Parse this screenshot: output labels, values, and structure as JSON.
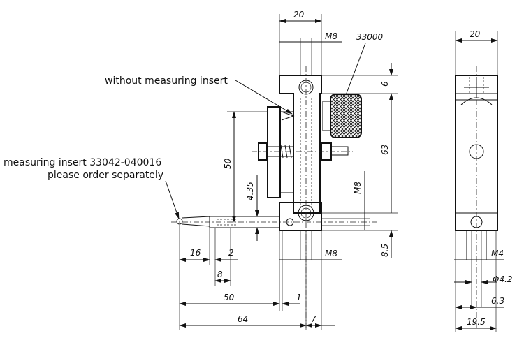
{
  "notes": {
    "without_insert": "without measuring insert",
    "insert_line1": "measuring insert 33042-040016",
    "insert_line2": "please order separately"
  },
  "dimensions": {
    "top_width": "20",
    "top_thread": "M8",
    "part_number": "33000",
    "top_offset": "6",
    "height": "63",
    "height_50": "50",
    "height_435": "4.35",
    "side_thread": "M8",
    "bottom_offset": "8.5",
    "d16": "16",
    "d2": "2",
    "d8": "8",
    "d50": "50",
    "d1": "1",
    "d64": "64",
    "d7": "7",
    "bottom_thread": "M8",
    "side_width": "20",
    "m4": "M4",
    "dia42": "Φ4.2",
    "d63": "6.3",
    "d195": "19.5"
  }
}
